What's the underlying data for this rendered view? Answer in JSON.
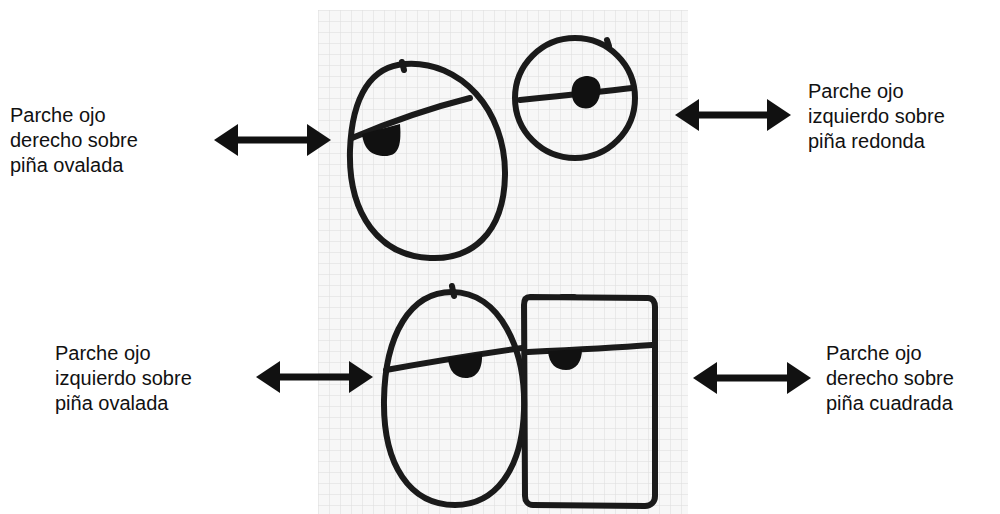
{
  "diagram": {
    "labels": [
      "Parche ojo derecho sobre piña ovalada",
      "Parche ojo izquierdo sobre piña redonda",
      "Parche ojo izquierdo sobre piña ovalada",
      "Parche ojo derecho sobre piña cuadrada"
    ]
  }
}
